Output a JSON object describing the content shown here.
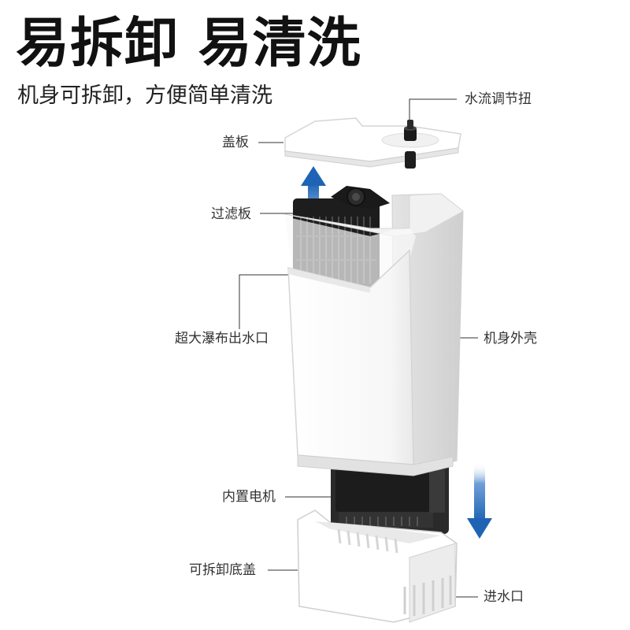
{
  "headline": "易拆卸 易清洗",
  "subhead": "机身可拆卸，方便简单清洗",
  "callouts": {
    "flow_knob": "水流调节扭",
    "cover": "盖板",
    "filter_plate": "过滤板",
    "waterfall_outlet": "超大瀑布出水口",
    "housing": "机身外壳",
    "motor": "内置电机",
    "bottom_cover": "可拆卸底盖",
    "water_inlet": "进水口"
  },
  "colors": {
    "arrow": "#1f64b4",
    "housing": "#ffffff",
    "motor": "#222222"
  },
  "icons": {
    "up_arrow": "arrow-up-icon",
    "down_arrow": "arrow-down-icon"
  }
}
